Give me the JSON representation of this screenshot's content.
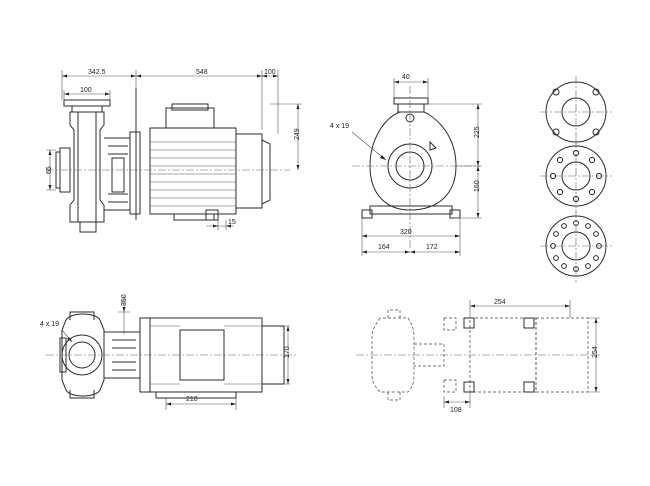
{
  "dimensions": {
    "front_left": "342.5",
    "front_motor": "548",
    "front_right": "100",
    "front_inlet": "100",
    "front_height_left": "65",
    "front_height_right": "249",
    "front_foot": "15",
    "side_top": "40",
    "side_holes": "4 x 19",
    "side_upper": "225",
    "side_lower": "160",
    "side_width": "320",
    "side_left_half": "164",
    "side_right_half": "172",
    "top_holes": "4 x 19",
    "top_350": "350",
    "top_210": "210",
    "top_170": "170",
    "base_254_top": "254",
    "base_254_side": "254",
    "base_108": "108"
  }
}
